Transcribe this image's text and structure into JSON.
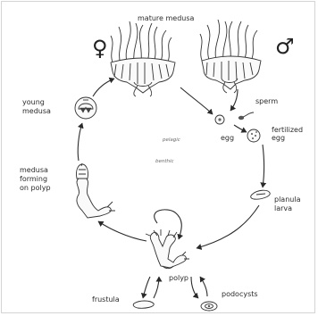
{
  "diagram": {
    "labels": {
      "mature_medusa": "mature medusa",
      "sperm": "sperm",
      "egg": "egg",
      "fertilized_egg": [
        "fertilized",
        "egg"
      ],
      "planula_larva": [
        "planula",
        "larva"
      ],
      "polyp": "polyp",
      "podocysts": "podocysts",
      "frustula": "frustula",
      "medusa_forming": [
        "medusa",
        "forming",
        "on polyp"
      ],
      "young_medusa": [
        "young",
        "medusa"
      ],
      "pelagic": "pelagic",
      "benthic": "benthic"
    },
    "symbols": {
      "female": "♀",
      "male": "♂"
    }
  }
}
